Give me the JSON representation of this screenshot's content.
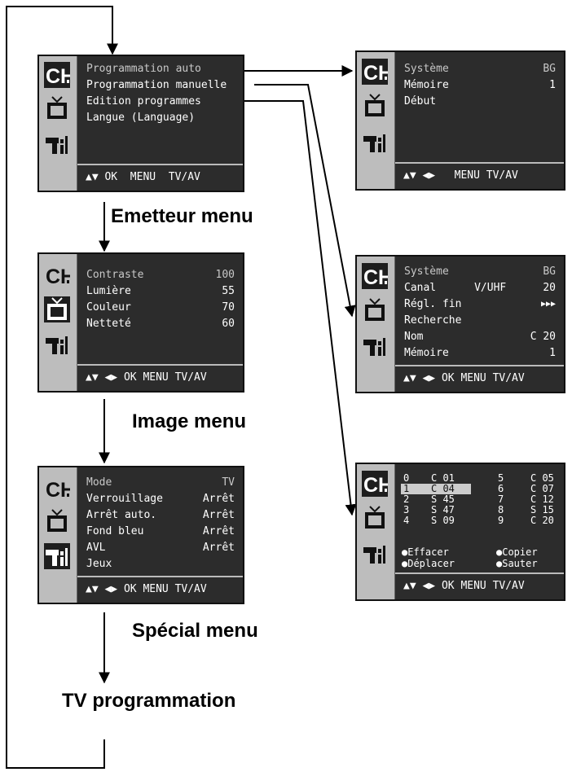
{
  "channel_menu": {
    "items": [
      "Programmation auto",
      "Programmation manuelle",
      "Edition programmes",
      "Langue (Language)"
    ],
    "footer": "▲▼ OK  MENU  TV/AV"
  },
  "auto_menu": {
    "rows": [
      {
        "label": "Système",
        "value": "BG"
      },
      {
        "label": "Mémoire",
        "value": "1"
      },
      {
        "label": "Début",
        "value": ""
      }
    ],
    "footer": "▲▼ ◀▶   MENU TV/AV"
  },
  "manual_menu": {
    "rows": [
      {
        "label": "Système",
        "value": "BG"
      },
      {
        "label": "Canal      V/UHF",
        "value": "20"
      },
      {
        "label": "Régl. fin",
        "value": "▶▶▶"
      },
      {
        "label": "Recherche",
        "value": ""
      },
      {
        "label": "Nom",
        "value": "C 20"
      },
      {
        "label": "Mémoire",
        "value": "1"
      }
    ],
    "footer": "▲▼ ◀▶ OK MENU TV/AV"
  },
  "edit_menu": {
    "left": [
      {
        "n": "0",
        "c": "C 01"
      },
      {
        "n": "1",
        "c": "C 04"
      },
      {
        "n": "2",
        "c": "S 45"
      },
      {
        "n": "3",
        "c": "S 47"
      },
      {
        "n": "4",
        "c": "S 09"
      }
    ],
    "right": [
      {
        "n": "5",
        "c": "C 05"
      },
      {
        "n": "6",
        "c": "C 07"
      },
      {
        "n": "7",
        "c": "C 12"
      },
      {
        "n": "8",
        "c": "S 15"
      },
      {
        "n": "9",
        "c": "C 20"
      }
    ],
    "selected_index": 1,
    "actions": [
      "●Effacer",
      "●Copier",
      "●Déplacer",
      "●Sauter"
    ],
    "footer": "▲▼ ◀▶ OK MENU TV/AV"
  },
  "image_menu": {
    "rows": [
      {
        "label": "Contraste",
        "value": "100"
      },
      {
        "label": "Lumière",
        "value": "55"
      },
      {
        "label": "Couleur",
        "value": "70"
      },
      {
        "label": "Netteté",
        "value": "60"
      }
    ],
    "footer": "▲▼ ◀▶ OK MENU TV/AV"
  },
  "special_menu": {
    "rows": [
      {
        "label": "Mode",
        "value": "TV"
      },
      {
        "label": "Verrouillage",
        "value": "Arrêt"
      },
      {
        "label": "Arrêt auto.",
        "value": "Arrêt"
      },
      {
        "label": "Fond bleu",
        "value": "Arrêt"
      },
      {
        "label": "AVL",
        "value": "Arrêt"
      },
      {
        "label": "Jeux",
        "value": ""
      }
    ],
    "footer": "▲▼ ◀▶ OK MENU TV/AV"
  },
  "captions": {
    "emetteur": "Emetteur menu",
    "image": "Image menu",
    "special": "Spécial menu",
    "tv": "TV programmation"
  },
  "icons": [
    "ch-icon",
    "tv-picture-icon",
    "special-tool-icon"
  ]
}
